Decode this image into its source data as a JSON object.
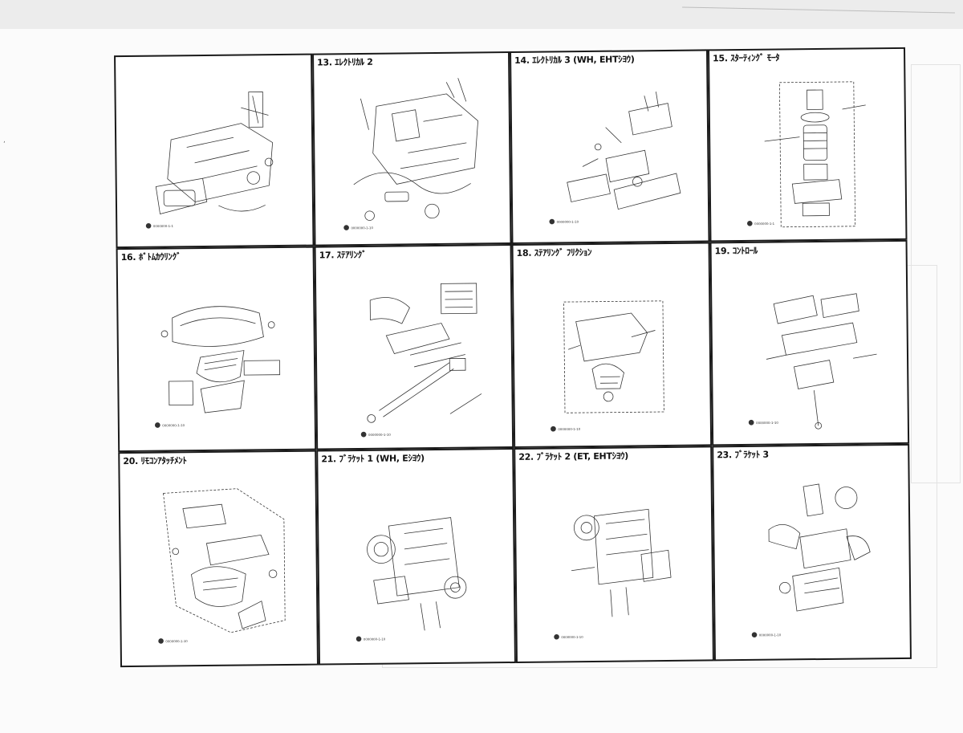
{
  "panels": [
    {
      "id": "p12",
      "title": ""
    },
    {
      "id": "p13",
      "title": "13. ｴﾚｸﾄﾘｶﾙ 2"
    },
    {
      "id": "p14",
      "title": "14. ｴﾚｸﾄﾘｶﾙ 3 (WH, EHTｼﾖｳ)"
    },
    {
      "id": "p15",
      "title": "15. ｽﾀｰﾃｨﾝｸﾞ ﾓｰﾀ"
    },
    {
      "id": "p16",
      "title": "16. ﾎﾞﾄﾑｶｳﾘﾝｸﾞ"
    },
    {
      "id": "p17",
      "title": "17. ｽﾃｱﾘﾝｸﾞ"
    },
    {
      "id": "p18",
      "title": "18. ｽﾃｱﾘﾝｸﾞ ﾌﾘｸｼｮﾝ"
    },
    {
      "id": "p19",
      "title": "19. ｺﾝﾄﾛｰﾙ"
    },
    {
      "id": "p20",
      "title": "20. ﾘﾓｺﾝｱﾀｯﾁﾒﾝﾄ"
    },
    {
      "id": "p21",
      "title": "21. ﾌﾞﾗｹｯﾄ 1 (WH, Eｼﾖｳ)"
    },
    {
      "id": "p22",
      "title": "22. ﾌﾞﾗｹｯﾄ 2 (ET, EHTｼﾖｳ)"
    },
    {
      "id": "p23",
      "title": "23. ﾌﾞﾗｹｯﾄ 3"
    }
  ],
  "colors": {
    "ink": "#1a1a1a",
    "paper": "#ffffff",
    "ghost": "#d0d0d0"
  }
}
